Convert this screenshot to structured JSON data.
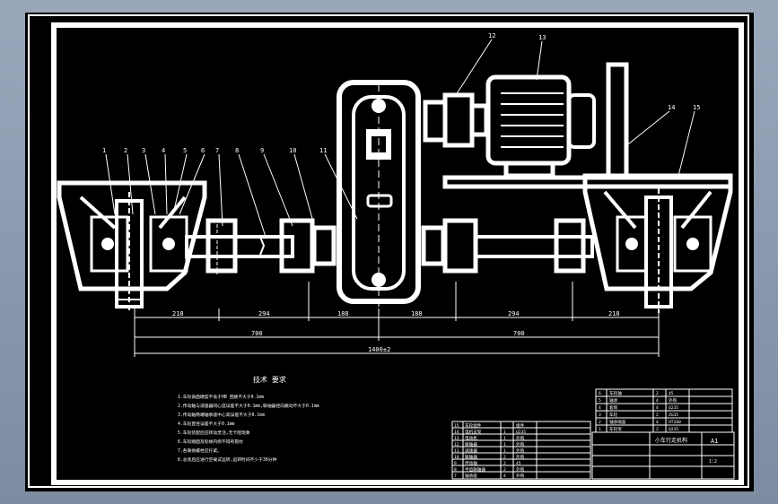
{
  "colors": {
    "background": "#8e9bb1",
    "sheet": "#000000",
    "lines": "#ffffff"
  },
  "callouts": [
    "1",
    "2",
    "3",
    "4",
    "5",
    "6",
    "7",
    "8",
    "9",
    "10",
    "11",
    "12",
    "13",
    "14",
    "15"
  ],
  "dimensions": {
    "segments": [
      "218",
      "294",
      "188",
      "188",
      "294",
      "218"
    ],
    "halves": [
      "700",
      "700"
    ],
    "total": "1400±2"
  },
  "notes": {
    "title": "技术 要求",
    "lines": [
      "1.车轮表面硬度不低于HB 回跳不大于0.1mm",
      "2.传动轴与减速器同心度误差不大于0.1mm,联轴器径向跳动不大于0.1mm",
      "3.传动轴两端轴承座中心高误差不大于0.1mm",
      "4.车轮直径误差不大于0.1mm",
      "5.车轮装配后应转动灵活,无卡阻现象",
      "6.车轮踏面及轮缘内侧不得有裂纹",
      "7.各联接螺栓应拧紧。",
      "8.总装后应进行空载试运转,运转时间不少于30分钟"
    ]
  },
  "parts_table": [
    {
      "no": "15",
      "name": "车轮组件",
      "qty": "",
      "mat": "组件"
    },
    {
      "no": "14",
      "name": "电机支架",
      "qty": "1",
      "mat": "Q235"
    },
    {
      "no": "13",
      "name": "电动机",
      "qty": "1",
      "mat": "外购"
    },
    {
      "no": "12",
      "name": "联轴器",
      "qty": "1",
      "mat": "外购"
    },
    {
      "no": "11",
      "name": "减速器",
      "qty": "1",
      "mat": "外购"
    },
    {
      "no": "10",
      "name": "联轴器",
      "qty": "2",
      "mat": "外购"
    },
    {
      "no": "9",
      "name": "传动轴",
      "qty": "2",
      "mat": "45"
    },
    {
      "no": "8",
      "name": "半齿联轴器",
      "qty": "2",
      "mat": "外购"
    },
    {
      "no": "7",
      "name": "轴承座",
      "qty": "4",
      "mat": "外购"
    }
  ],
  "upper_table": [
    {
      "no": "6",
      "name": "车轮轴",
      "qty": "2",
      "mat": "45"
    },
    {
      "no": "5",
      "name": "轴承",
      "qty": "4",
      "mat": "外购"
    },
    {
      "no": "4",
      "name": "套筒",
      "qty": "4",
      "mat": "Q235"
    },
    {
      "no": "3",
      "name": "车轮",
      "qty": "2",
      "mat": "ZG35"
    },
    {
      "no": "2",
      "name": "轴承端盖",
      "qty": "4",
      "mat": "HT200"
    },
    {
      "no": "1",
      "name": "车轮架",
      "qty": "2",
      "mat": "Q235"
    }
  ],
  "title_block": {
    "drawing_name": "小车行走机构",
    "sheet_size": "A1",
    "scale": "1:2"
  }
}
